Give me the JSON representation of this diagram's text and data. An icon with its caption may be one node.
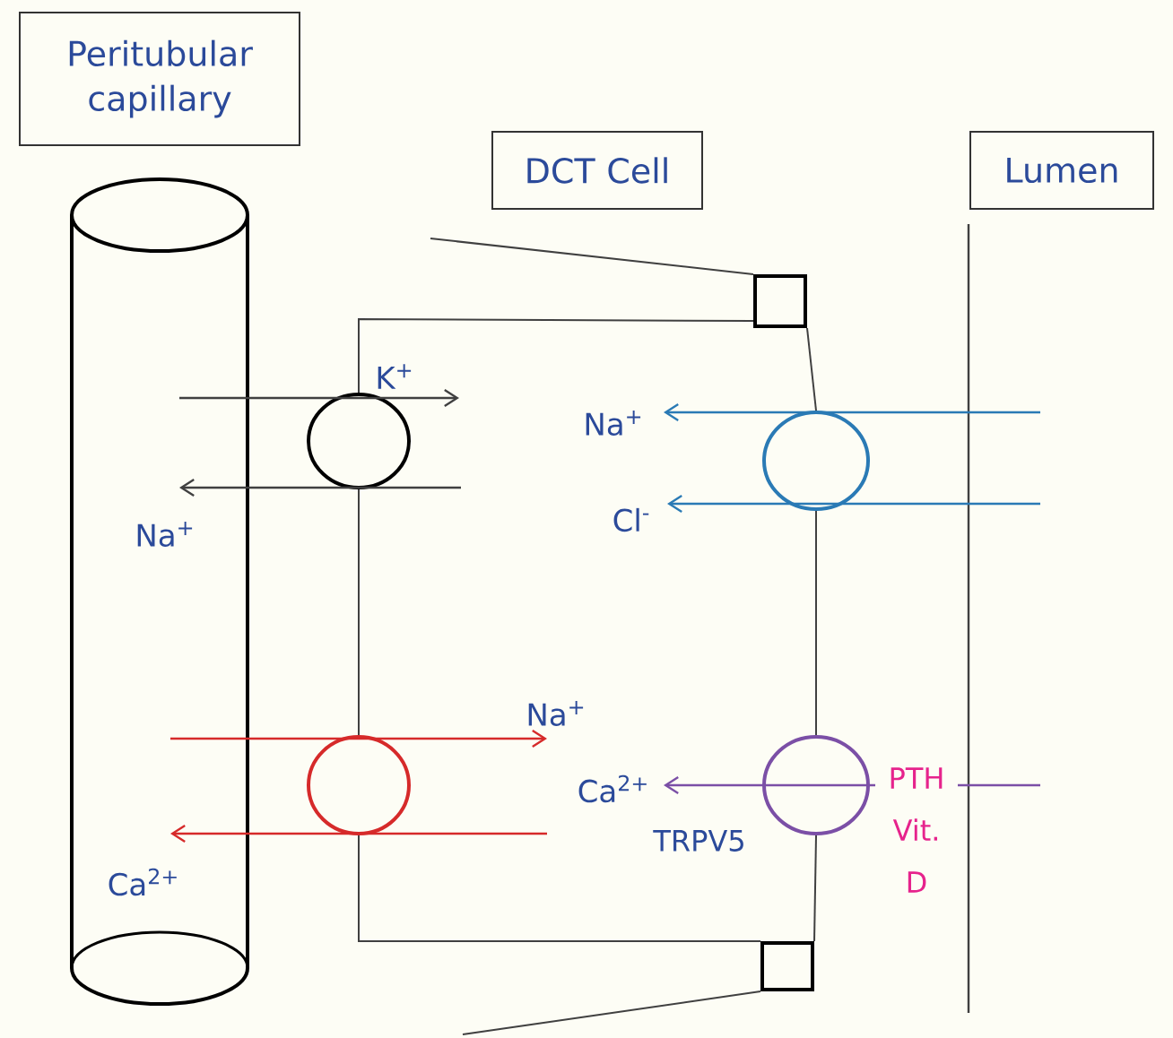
{
  "diagram": {
    "nodes": [
      {
        "text": [
          "Peritubular capillary"
        ]
      },
      {
        "text": [
          "DCT Cell"
        ]
      },
      {
        "text": [
          "Lumen"
        ]
      },
      {
        "text": [],
        "shape": "cylinder"
      },
      {
        "text": [],
        "shape": "circle"
      },
      {
        "text": [],
        "shape": "circle"
      },
      {
        "text": [],
        "shape": "circle"
      },
      {
        "text": [],
        "shape": "circle",
        "beside": [
          "TRPV5",
          "PTH Vit. D"
        ]
      },
      {
        "text": [],
        "shape": "box"
      },
      {
        "text": [],
        "shape": "box"
      }
    ],
    "edges": [
      {
        "from": 8,
        "to": 4,
        "arrow": "none"
      },
      {
        "from": 4,
        "to": 6,
        "arrow": "none"
      },
      {
        "from": 6,
        "to": 9,
        "arrow": "none"
      },
      {
        "from": 8,
        "to": 5,
        "arrow": "none"
      },
      {
        "from": 5,
        "to": 7,
        "arrow": "none"
      },
      {
        "from": 7,
        "to": 9,
        "arrow": "none"
      },
      {
        "from": null,
        "to": 8,
        "arrow": "none"
      },
      {
        "from": 9,
        "to": null,
        "arrow": "none"
      }
    ],
    "labels": [
      "K$^{+}$",
      "Na$^{+}$",
      "Na$^{+}$",
      "Cl$^{-}$",
      "Na$^{+}$",
      "Ca$^{2+}$",
      "Ca$^{2+}$"
    ]
  }
}
